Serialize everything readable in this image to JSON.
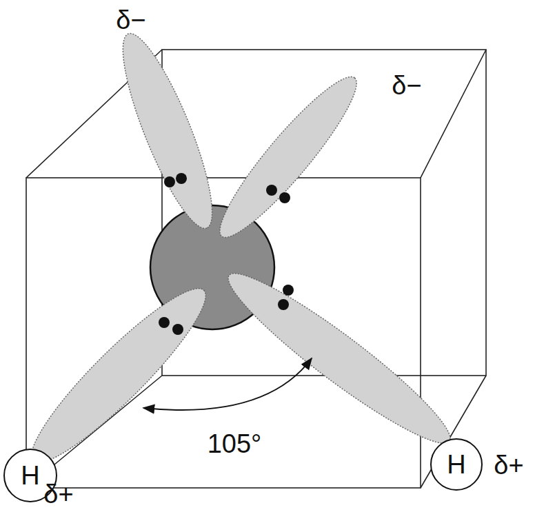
{
  "diagram": {
    "nodes": [
      {
        "text": [
          "H"
        ]
      },
      {
        "text": [
          "H"
        ]
      }
    ],
    "labels": [
      "δ−",
      "δ−",
      "105°",
      "δ+",
      "δ+"
    ]
  }
}
